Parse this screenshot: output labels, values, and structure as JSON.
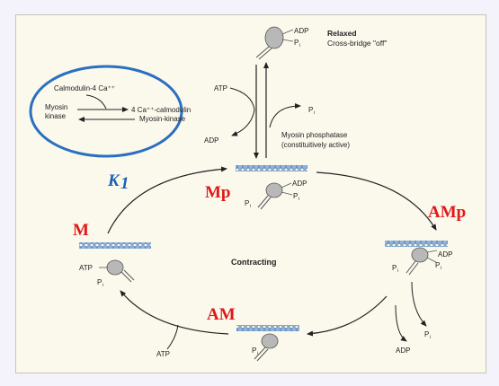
{
  "inset": {
    "calmodulin": "Calmodulin-4 Ca⁺⁺",
    "myosin_kinase_line1": "Myosin",
    "myosin_kinase_line2": "kinase",
    "complex_line1": "4 Ca⁺⁺-calmodulin",
    "complex_line2": "Myosin-kinase"
  },
  "relaxed": {
    "title": "Relaxed",
    "subtitle": "Cross-bridge \"off\""
  },
  "chem": {
    "adp": "ADP",
    "atp": "ATP",
    "pi": "P",
    "pi_sub": "i"
  },
  "phosphatase": {
    "line1": "Myosin phosphatase",
    "line2": "(constituitively active)"
  },
  "center_label": "Contracting",
  "states": {
    "mp": "Mp",
    "amp": "AMp",
    "am": "AM",
    "m": "M",
    "k_main": "K",
    "k_sub": "1"
  },
  "colors": {
    "state_red": "#e01818",
    "k_blue": "#1a5fb4",
    "inset_ring": "#2a6fc0",
    "actin_blue": "#7fa6cf",
    "myosin_gray": "#b8b8b8"
  }
}
